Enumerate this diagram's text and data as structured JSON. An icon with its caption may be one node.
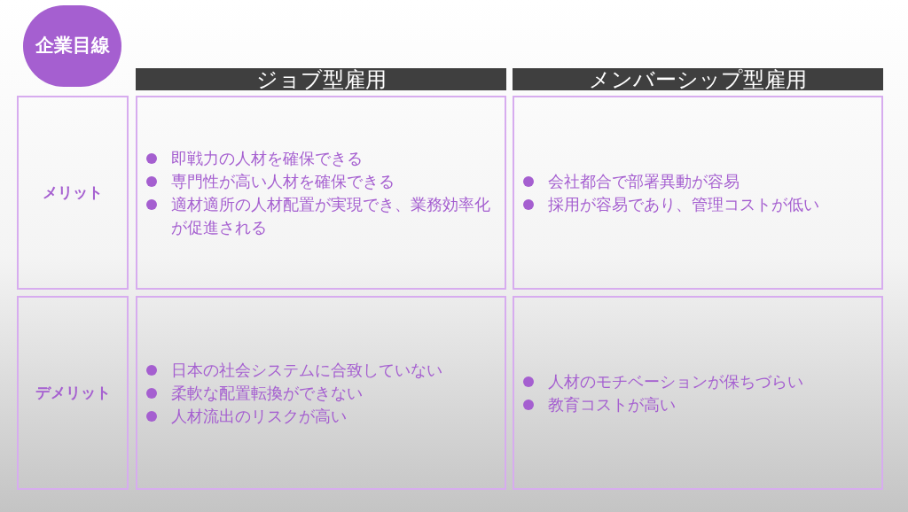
{
  "diagram": {
    "nodes": [
      {
        "text": [
          "企業目線"
        ]
      },
      {
        "text": [
          "ジョブ型雇用"
        ]
      },
      {
        "text": [
          "メンバーシップ型雇用"
        ]
      },
      {
        "text": [
          "メリット"
        ]
      },
      {
        "text": [
          "即戦力の人材を確保できる",
          "専門性が高い人材を確保できる",
          "適材適所の人材配置が実現でき、業務効率化が促進される"
        ]
      },
      {
        "text": [
          "会社都合で部署異動が容易",
          "採用が容易であり、管理コストが低い"
        ]
      },
      {
        "text": [
          "デメリット"
        ]
      },
      {
        "text": [
          "日本の社会システムに合致していない",
          "柔軟な配置転換ができない",
          "人材流出のリスクが高い"
        ]
      },
      {
        "text": [
          "人材のモチベーションが保ちづらい",
          "教育コストが高い"
        ]
      }
    ]
  }
}
